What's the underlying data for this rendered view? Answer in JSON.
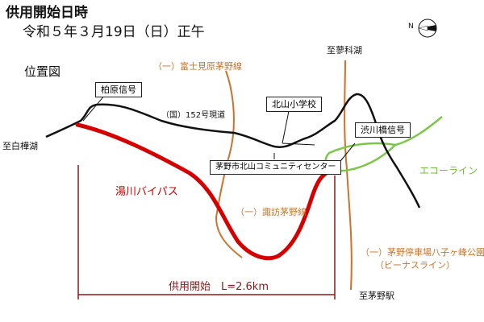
{
  "header": {
    "title": "供用開始日時",
    "date": "令和５年３月19日（日）正午"
  },
  "location_title": "位置図",
  "roads": {
    "national_152": "（国）152号現道",
    "fujimi": "（一）富士見原茅野線",
    "suwa": "（一）諏訪茅野線",
    "chino_line1": "（一）茅野停車場八子ヶ峰公園線",
    "chino_line2": "（ビーナスライン）",
    "eco_line": "エコーライン",
    "bypass": "湯川バイパス"
  },
  "boxes": {
    "kashiwabara": "柏原信号",
    "kitayama_school": "北山小学校",
    "shibukawa": "渋川橋信号",
    "community_center": "茅野市北山コミュニティセンター"
  },
  "destinations": {
    "shirakaba": "至白樺湖",
    "tateshina": "至蓼科湖",
    "chino_station": "至茅野駅"
  },
  "dimension": {
    "label": "供用開始　L=2.6km"
  },
  "compass": {
    "letter": "N"
  },
  "colors": {
    "bypass": "#d40000",
    "existing_road": "#111111",
    "prefectural_road": "#c8742a",
    "eco_line": "#7cc64a",
    "dimension": "#8a1a1a"
  }
}
